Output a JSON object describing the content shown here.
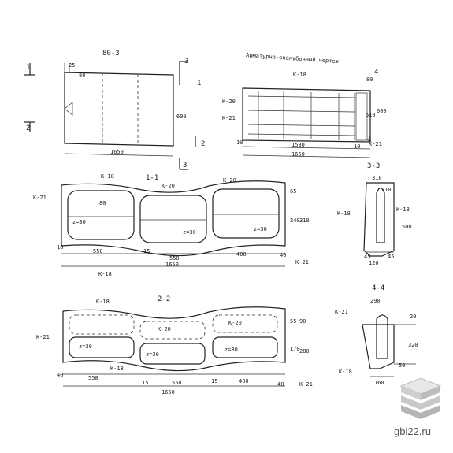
{
  "title_main": "80-3",
  "title_reinf": "Арматурно-опалубочный чертеж",
  "sections": {
    "s11": "1-1",
    "s22": "2-2",
    "s33": "3-3",
    "s44": "4-4"
  },
  "cut_marks": {
    "c1": "1",
    "c2": "2",
    "c3": "3",
    "c4": "4"
  },
  "bars": {
    "k18": "К-18",
    "k20": "К-20",
    "k21": "К-21",
    "z30": "z=30"
  },
  "dims": {
    "d25": "25",
    "d80": "80",
    "d600": "600",
    "d1650": "1650",
    "d1530": "1530",
    "d550": "550",
    "d15": "15",
    "d400": "400",
    "d40": "40",
    "d10": "10",
    "d240": "240",
    "d310": "310",
    "d65": "65",
    "d210": "210",
    "d500": "500",
    "d45": "45",
    "d90": "90",
    "d280": "280",
    "d290": "290",
    "d320": "320",
    "d160": "160",
    "d170": "170",
    "d120": "120",
    "d55": "55",
    "d20": "20",
    "d50": "50",
    "d510": "510"
  },
  "website": "gbi22.ru"
}
